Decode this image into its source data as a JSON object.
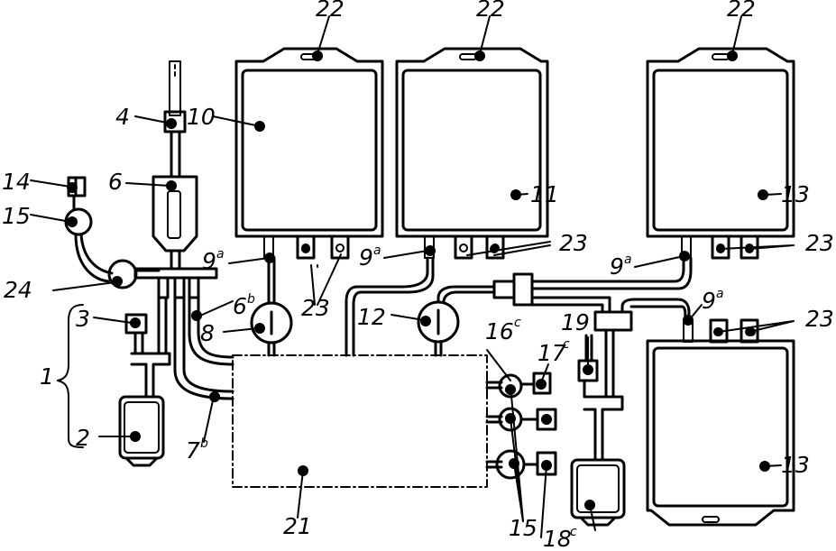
{
  "labels": {
    "l22a": "22",
    "l22b": "22",
    "l22c": "22",
    "l4": "4",
    "l10": "10",
    "l14": "14",
    "l6": "6",
    "l15a": "15",
    "l11": "11",
    "l13a": "13",
    "l9a": "9",
    "l9a_sup": "a",
    "l9b": "9",
    "l9b_sup": "a",
    "l9c": "9",
    "l9c_sup": "a",
    "l9d": "9",
    "l9d_sup": "a",
    "l23a": "23",
    "l23b": "23",
    "l23c": "23",
    "l23d": "23",
    "l24": "24",
    "l6b": "6",
    "l6b_sup": "b",
    "l3": "3",
    "l8": "8",
    "l12": "12",
    "l16": "16",
    "l16_sup": "c",
    "l17": "17",
    "l17_sup": "c",
    "l19": "19",
    "l1": "1",
    "l2": "2",
    "l7": "7",
    "l7_sup": "b",
    "l21": "21",
    "l15b": "15",
    "l18": "18",
    "l18_sup": "c",
    "l13b": "13"
  }
}
